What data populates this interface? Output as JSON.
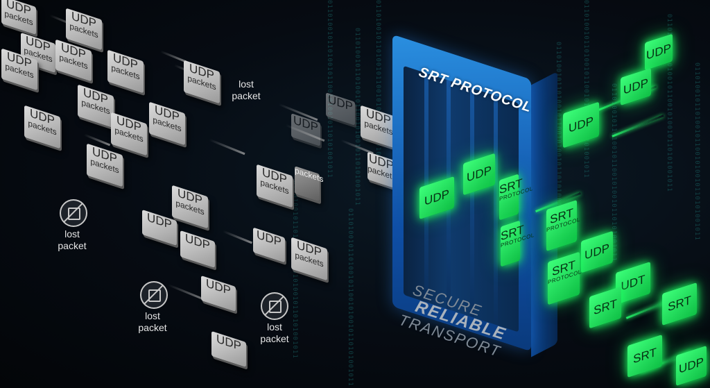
{
  "protocol_title": "SRT PROTOCOL",
  "tagline": [
    "SECURE",
    "RELIABLE",
    "TRANSPORT"
  ],
  "packet_text": {
    "udp": "UDP",
    "packets": "packets",
    "srt": "SRT",
    "protocol": "PROTOCOL",
    "udt": "UDT"
  },
  "lost_label": {
    "line1": "lost",
    "line2": "packet"
  },
  "icons": [
    "lost-packet-icon"
  ],
  "colors": {
    "box": "#1565c0",
    "green": "#2bff6c",
    "gray_packet": "#bdbdbd"
  },
  "matrix_text": "0110100101101001011001010010110101001011"
}
